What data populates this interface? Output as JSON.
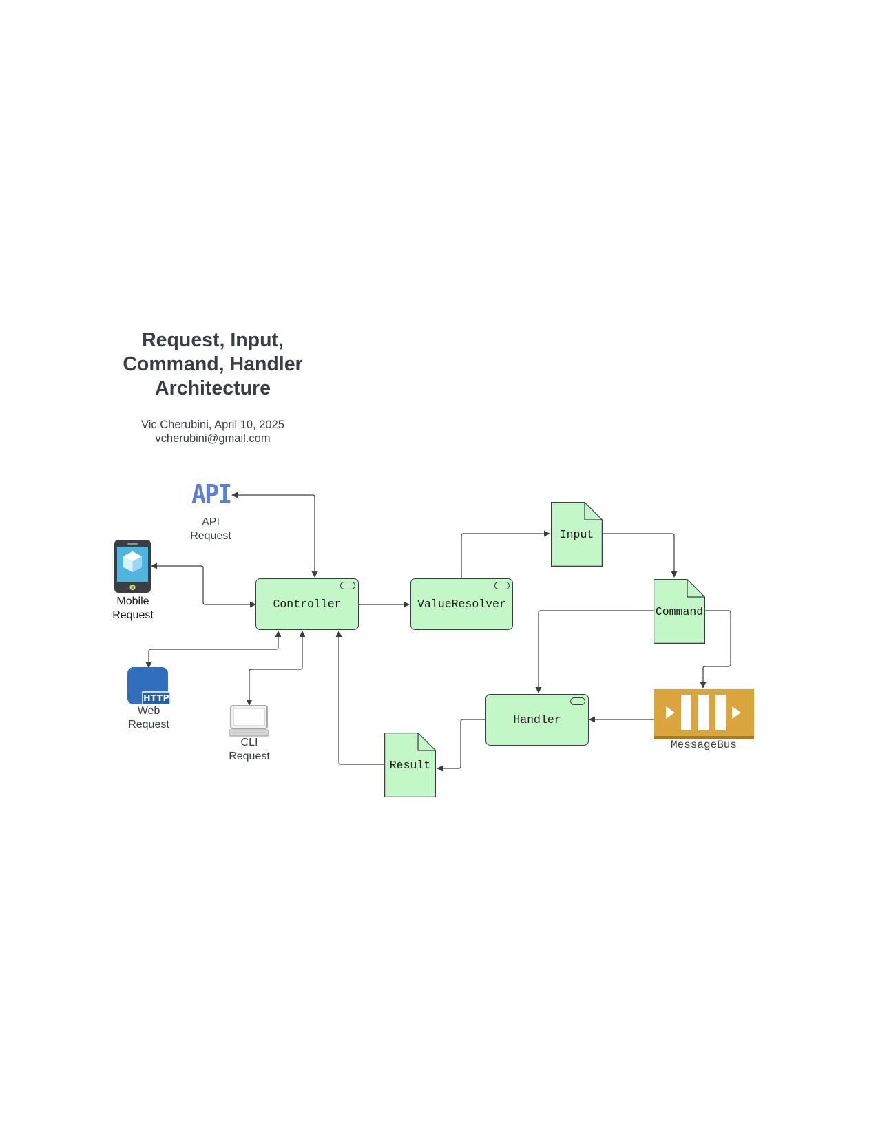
{
  "title": {
    "line1": "Request, Input,",
    "line2": "Command, Handler",
    "line3": "Architecture"
  },
  "byline": {
    "author_date": "Vic Cherubini, April 10, 2025",
    "email": "vcherubini@gmail.com"
  },
  "clients": {
    "api": {
      "icon_text": "API",
      "label1": "API",
      "label2": "Request"
    },
    "mobile": {
      "label1": "Mobile",
      "label2": "Request"
    },
    "web": {
      "badge": "HTTP",
      "label1": "Web",
      "label2": "Request"
    },
    "cli": {
      "label1": "CLI",
      "label2": "Request"
    }
  },
  "components": {
    "controller": "Controller",
    "value_resolver": "ValueResolver",
    "handler": "Handler"
  },
  "documents": {
    "input": "Input",
    "command": "Command",
    "result": "Result"
  },
  "message_bus": {
    "label": "MessageBus"
  },
  "colors": {
    "component_fill": "#c3f7c8",
    "line": "#3a3d44",
    "api_blue": "#5b7fd6",
    "http_blue": "#2f6fbd",
    "bus_gold": "#d9a53c"
  }
}
